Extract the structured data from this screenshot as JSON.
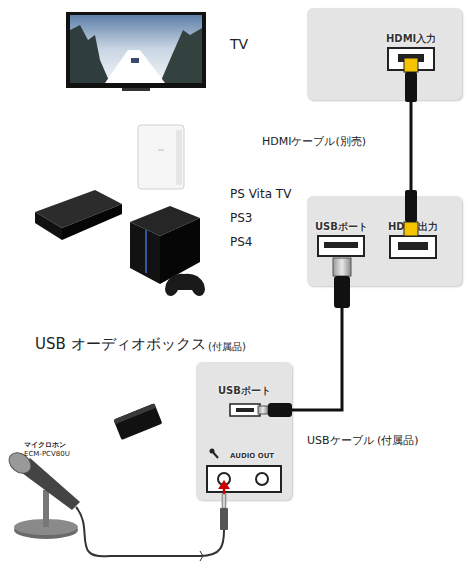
{
  "diagram": {
    "nodes": [
      {
        "text": [
          "HDMI入力"
        ]
      },
      {
        "text": [
          "USBポート",
          "HDMI出力"
        ]
      },
      {
        "text": [
          "USBポート",
          "AUDIO OUT"
        ]
      }
    ],
    "edges": [
      {
        "from": 0,
        "to": 1,
        "label": "HDMIケーブル(別売)",
        "arrow": "none"
      },
      {
        "from": 1,
        "to": 2,
        "label": "USBケーブル (付属品)",
        "arrow": "none"
      }
    ],
    "labels": [
      "TV",
      "PS Vita TV",
      "PS3",
      "PS4",
      "USB オーディオボックス",
      "(付属品)",
      "マイクロホン",
      "ECM-PCV80U"
    ]
  }
}
